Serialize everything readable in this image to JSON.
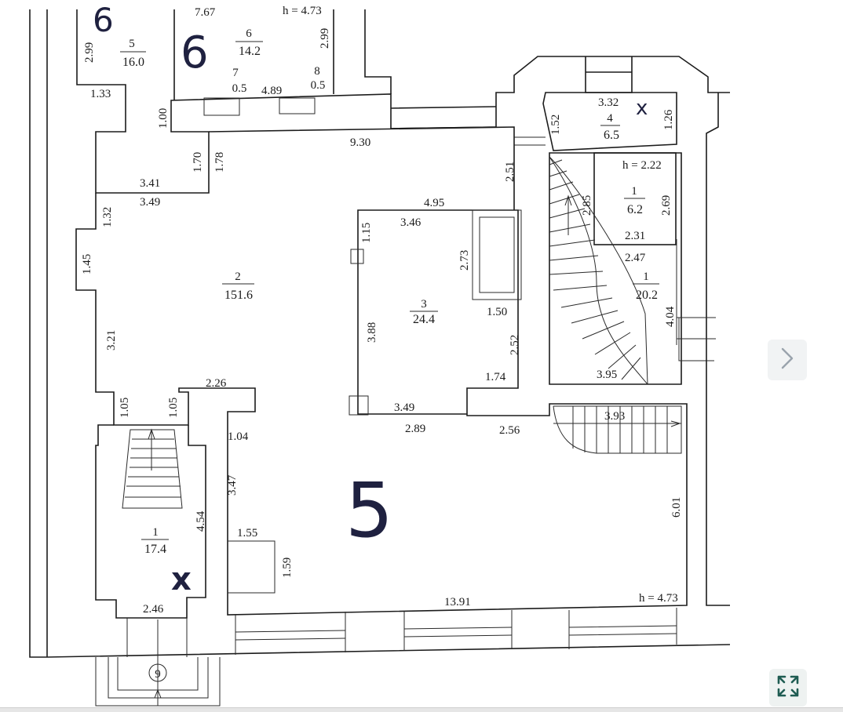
{
  "floor_plan": {
    "rooms": [
      {
        "number": "5",
        "area": "16.0"
      },
      {
        "number": "6",
        "area": "14.2"
      },
      {
        "number": "7",
        "area": "0.5"
      },
      {
        "number": "8",
        "area": "0.5"
      },
      {
        "number": "4",
        "area": "6.5"
      },
      {
        "number": "1",
        "area": "6.2"
      },
      {
        "number": "2",
        "area": "151.6"
      },
      {
        "number": "3",
        "area": "24.4"
      },
      {
        "number": "1",
        "area": "20.2"
      },
      {
        "number": "1",
        "area": "17.4"
      }
    ],
    "dimensions": [
      "7.67",
      "h = 4.73",
      "2.99",
      "2.99",
      "1.33",
      "1.00",
      "4.89",
      "3.32",
      "1.26",
      "1.52",
      "9.30",
      "1.70",
      "1.78",
      "3.41",
      "3.49",
      "2.51",
      "h = 2.22",
      "2.85",
      "2.69",
      "4.95",
      "3.46",
      "1.32",
      "1.15",
      "1.45",
      "2.73",
      "2.31",
      "2.47",
      "1.50",
      "3.88",
      "4.04",
      "3.21",
      "2.52",
      "1.74",
      "3.95",
      "2.26",
      "1.05",
      "1.05",
      "3.49",
      "2.89",
      "2.56",
      "3.93",
      "1.04",
      "3.47",
      "4.54",
      "6.01",
      "1.55",
      "1.59",
      "2.46",
      "13.91",
      "h = 4.73"
    ],
    "handwritten": {
      "top_left_digit": "6",
      "center_top_digit": "6",
      "large_digit": "5",
      "mark_top": "x",
      "mark_bottom": "x"
    },
    "entrance_marker": "9"
  },
  "controls": {
    "next_icon": "chevron-right-icon",
    "fullscreen_icon": "expand-arrows-icon"
  }
}
